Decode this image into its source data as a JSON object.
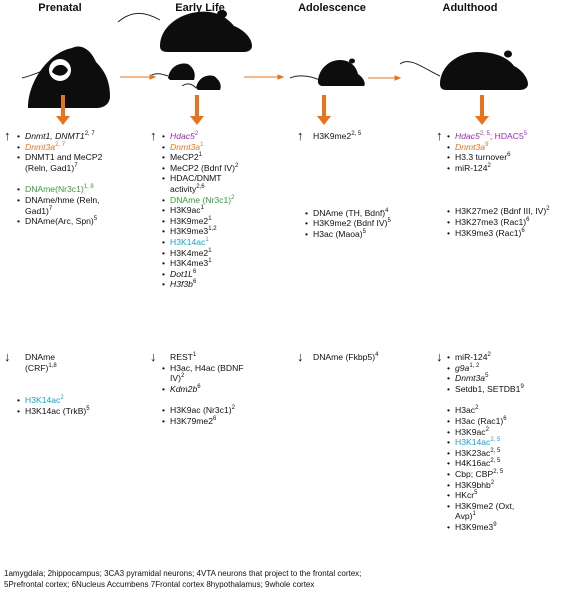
{
  "headers": [
    "Prenatal",
    "Early Life",
    "Adolescence",
    "Adulthood"
  ],
  "colors": {
    "orange": "#e8731e",
    "green": "#3a9a3a",
    "cyan": "#19a3c9",
    "purple": "#9b2fb4",
    "black": "#111111"
  },
  "up_arrow": "↑",
  "down_arrow": "↓",
  "up": {
    "prenatal": [
      {
        "t": "Dnmt1, DNMT1",
        "s": "2, 7",
        "c": "black",
        "i": true
      },
      {
        "t": "Dnmt3a",
        "s": "2, 7",
        "c": "orange",
        "i": true
      },
      {
        "t": "DNMT1 and MeCP2",
        "c": "black"
      },
      {
        "t": "(Reln, Gad1)",
        "s": "7",
        "c": "black",
        "cont": true
      },
      {
        "gap": true
      },
      {
        "t": "DNAme(Nr3c1)",
        "s": "1, 8",
        "c": "green"
      },
      {
        "t": "DNAme/hme (Reln,",
        "c": "black"
      },
      {
        "t": "Gad1)",
        "s": "7",
        "c": "black",
        "cont": true
      },
      {
        "t": "DNAme(Arc, Spn)",
        "s": "5",
        "c": "black"
      }
    ],
    "early": [
      {
        "t": "Hdac5",
        "s": "2",
        "c": "purple",
        "i": true
      },
      {
        "t": "Dnmt3a",
        "s": "1",
        "c": "orange",
        "i": true
      },
      {
        "t": "MeCP2",
        "s": "1",
        "c": "black"
      },
      {
        "t": "MeCP2 (Bdnf IV)",
        "s": "2",
        "c": "black"
      },
      {
        "t": "HDAC/DNMT",
        "c": "black"
      },
      {
        "t": "activity",
        "s": "2,6",
        "c": "black",
        "cont": true
      },
      {
        "t": "DNAme (Nr3c1)",
        "s": "2",
        "c": "green"
      },
      {
        "t": "H3K9ac",
        "s": "1",
        "c": "black"
      },
      {
        "t": "H3K9me2",
        "s": "1",
        "c": "black"
      },
      {
        "t": "H3K9me3",
        "s": "1,2",
        "c": "black"
      },
      {
        "t": "H3K14ac",
        "s": "1",
        "c": "cyan"
      },
      {
        "t": "H3K4me2",
        "s": "1",
        "c": "black"
      },
      {
        "t": "H3K4me3",
        "s": "1",
        "c": "black"
      },
      {
        "t": "Dot1L",
        "s": "6",
        "c": "black",
        "i": true
      },
      {
        "t": "H3f3b",
        "s": "6",
        "c": "black",
        "i": true
      }
    ],
    "adol": [
      {
        "t": "H3K9me2",
        "s": "2, 5",
        "c": "black",
        "nob": true
      },
      {
        "gap": true
      },
      {
        "gap": true
      },
      {
        "gap": true
      },
      {
        "gap": true
      },
      {
        "gap": true
      },
      {
        "gap": true
      },
      {
        "t": "DNAme (TH, Bdnf)",
        "s": "4",
        "c": "black"
      },
      {
        "t": "H3K9me2 (Bdnf IV)",
        "s": "5",
        "c": "black"
      },
      {
        "t": "H3ac (Maoa)",
        "s": "5",
        "c": "black"
      }
    ],
    "adult": [
      {
        "t": "Hdac5",
        "s": "2, 5",
        "c": "purple",
        "i": true,
        "tail": "; HDAC5",
        "ts": "5"
      },
      {
        "t": "Dnmt3a",
        "s": "9",
        "c": "orange",
        "i": true
      },
      {
        "t": "H3.3 turnover",
        "s": "6",
        "c": "black"
      },
      {
        "t": "miR-124",
        "s": "2",
        "c": "black"
      },
      {
        "gap": true
      },
      {
        "gap": true
      },
      {
        "gap": true
      },
      {
        "t": "H3K27me2 (Bdnf III, IV)",
        "s": "2",
        "c": "black"
      },
      {
        "t": "H3K27me3 (Rac1)",
        "s": "6",
        "c": "black"
      },
      {
        "t": "H3K9me3 (Rac1)",
        "s": "6",
        "c": "black"
      }
    ]
  },
  "down": {
    "prenatal": [
      {
        "t": "DNAme",
        "c": "black",
        "nob": true
      },
      {
        "t": "(CRF)",
        "s": "1,8",
        "c": "black",
        "cont": true
      },
      {
        "gap": true
      },
      {
        "gap": true
      },
      {
        "t": "H3K14ac",
        "s": "2",
        "c": "cyan"
      },
      {
        "t": "H3K14ac (TrkB)",
        "s": "5",
        "c": "black"
      }
    ],
    "early": [
      {
        "t": "REST",
        "s": "1",
        "c": "black",
        "nob": true
      },
      {
        "t": "H3ac, H4ac (BDNF",
        "c": "black"
      },
      {
        "t": "IV)",
        "s": "2",
        "c": "black",
        "cont": true
      },
      {
        "t": "Kdm2b",
        "s": "6",
        "c": "black",
        "i": true
      },
      {
        "gap": true
      },
      {
        "t": "H3K9ac (Nr3c1)",
        "s": "2",
        "c": "black"
      },
      {
        "t": "H3K79me2",
        "s": "6",
        "c": "black"
      }
    ],
    "adol": [
      {
        "t": "DNAme (Fkbp5)",
        "s": "4",
        "c": "black",
        "nob": true
      }
    ],
    "adult": [
      {
        "t": "miR-124",
        "s": "2",
        "c": "black"
      },
      {
        "t": "g9a",
        "s": "1, 2",
        "c": "black",
        "i": true
      },
      {
        "t": "Dnmt3a",
        "s": "5",
        "c": "black",
        "i": true
      },
      {
        "t": "Setdb1, SETDB1",
        "s": "9",
        "c": "black"
      },
      {
        "gap": true
      },
      {
        "t": "H3ac",
        "s": "2",
        "c": "black"
      },
      {
        "t": "H3ac (Rac1)",
        "s": "6",
        "c": "black"
      },
      {
        "t": "H3K9ac",
        "s": "2",
        "c": "black"
      },
      {
        "t": "H3K14ac",
        "s": "2, 5",
        "c": "cyan"
      },
      {
        "t": "H3K23ac",
        "s": "2, 5",
        "c": "black"
      },
      {
        "t": "H4K16ac",
        "s": "2, 5",
        "c": "black"
      },
      {
        "t": "Cbp; CBP",
        "s": "2, 5",
        "c": "black"
      },
      {
        "t": "H3K9bhb",
        "s": "2",
        "c": "black"
      },
      {
        "t": "HKcr",
        "s": "5",
        "c": "black"
      },
      {
        "t": "H3K9me2 (Oxt,",
        "c": "black"
      },
      {
        "t": "Avp)",
        "s": "1",
        "c": "black",
        "cont": true
      },
      {
        "t": "H3K9me3",
        "s": "9",
        "c": "black"
      }
    ]
  },
  "footer": {
    "line1": "1amygdala; 2hippocampus; 3CA3 pyramidal neurons; 4VTA neurons that project to the frontal cortex;",
    "line2": "5Prefrontal cortex; 6Nucleus Accumbens 7Frontal cortex 8hypothalamus; 9whole cortex"
  }
}
